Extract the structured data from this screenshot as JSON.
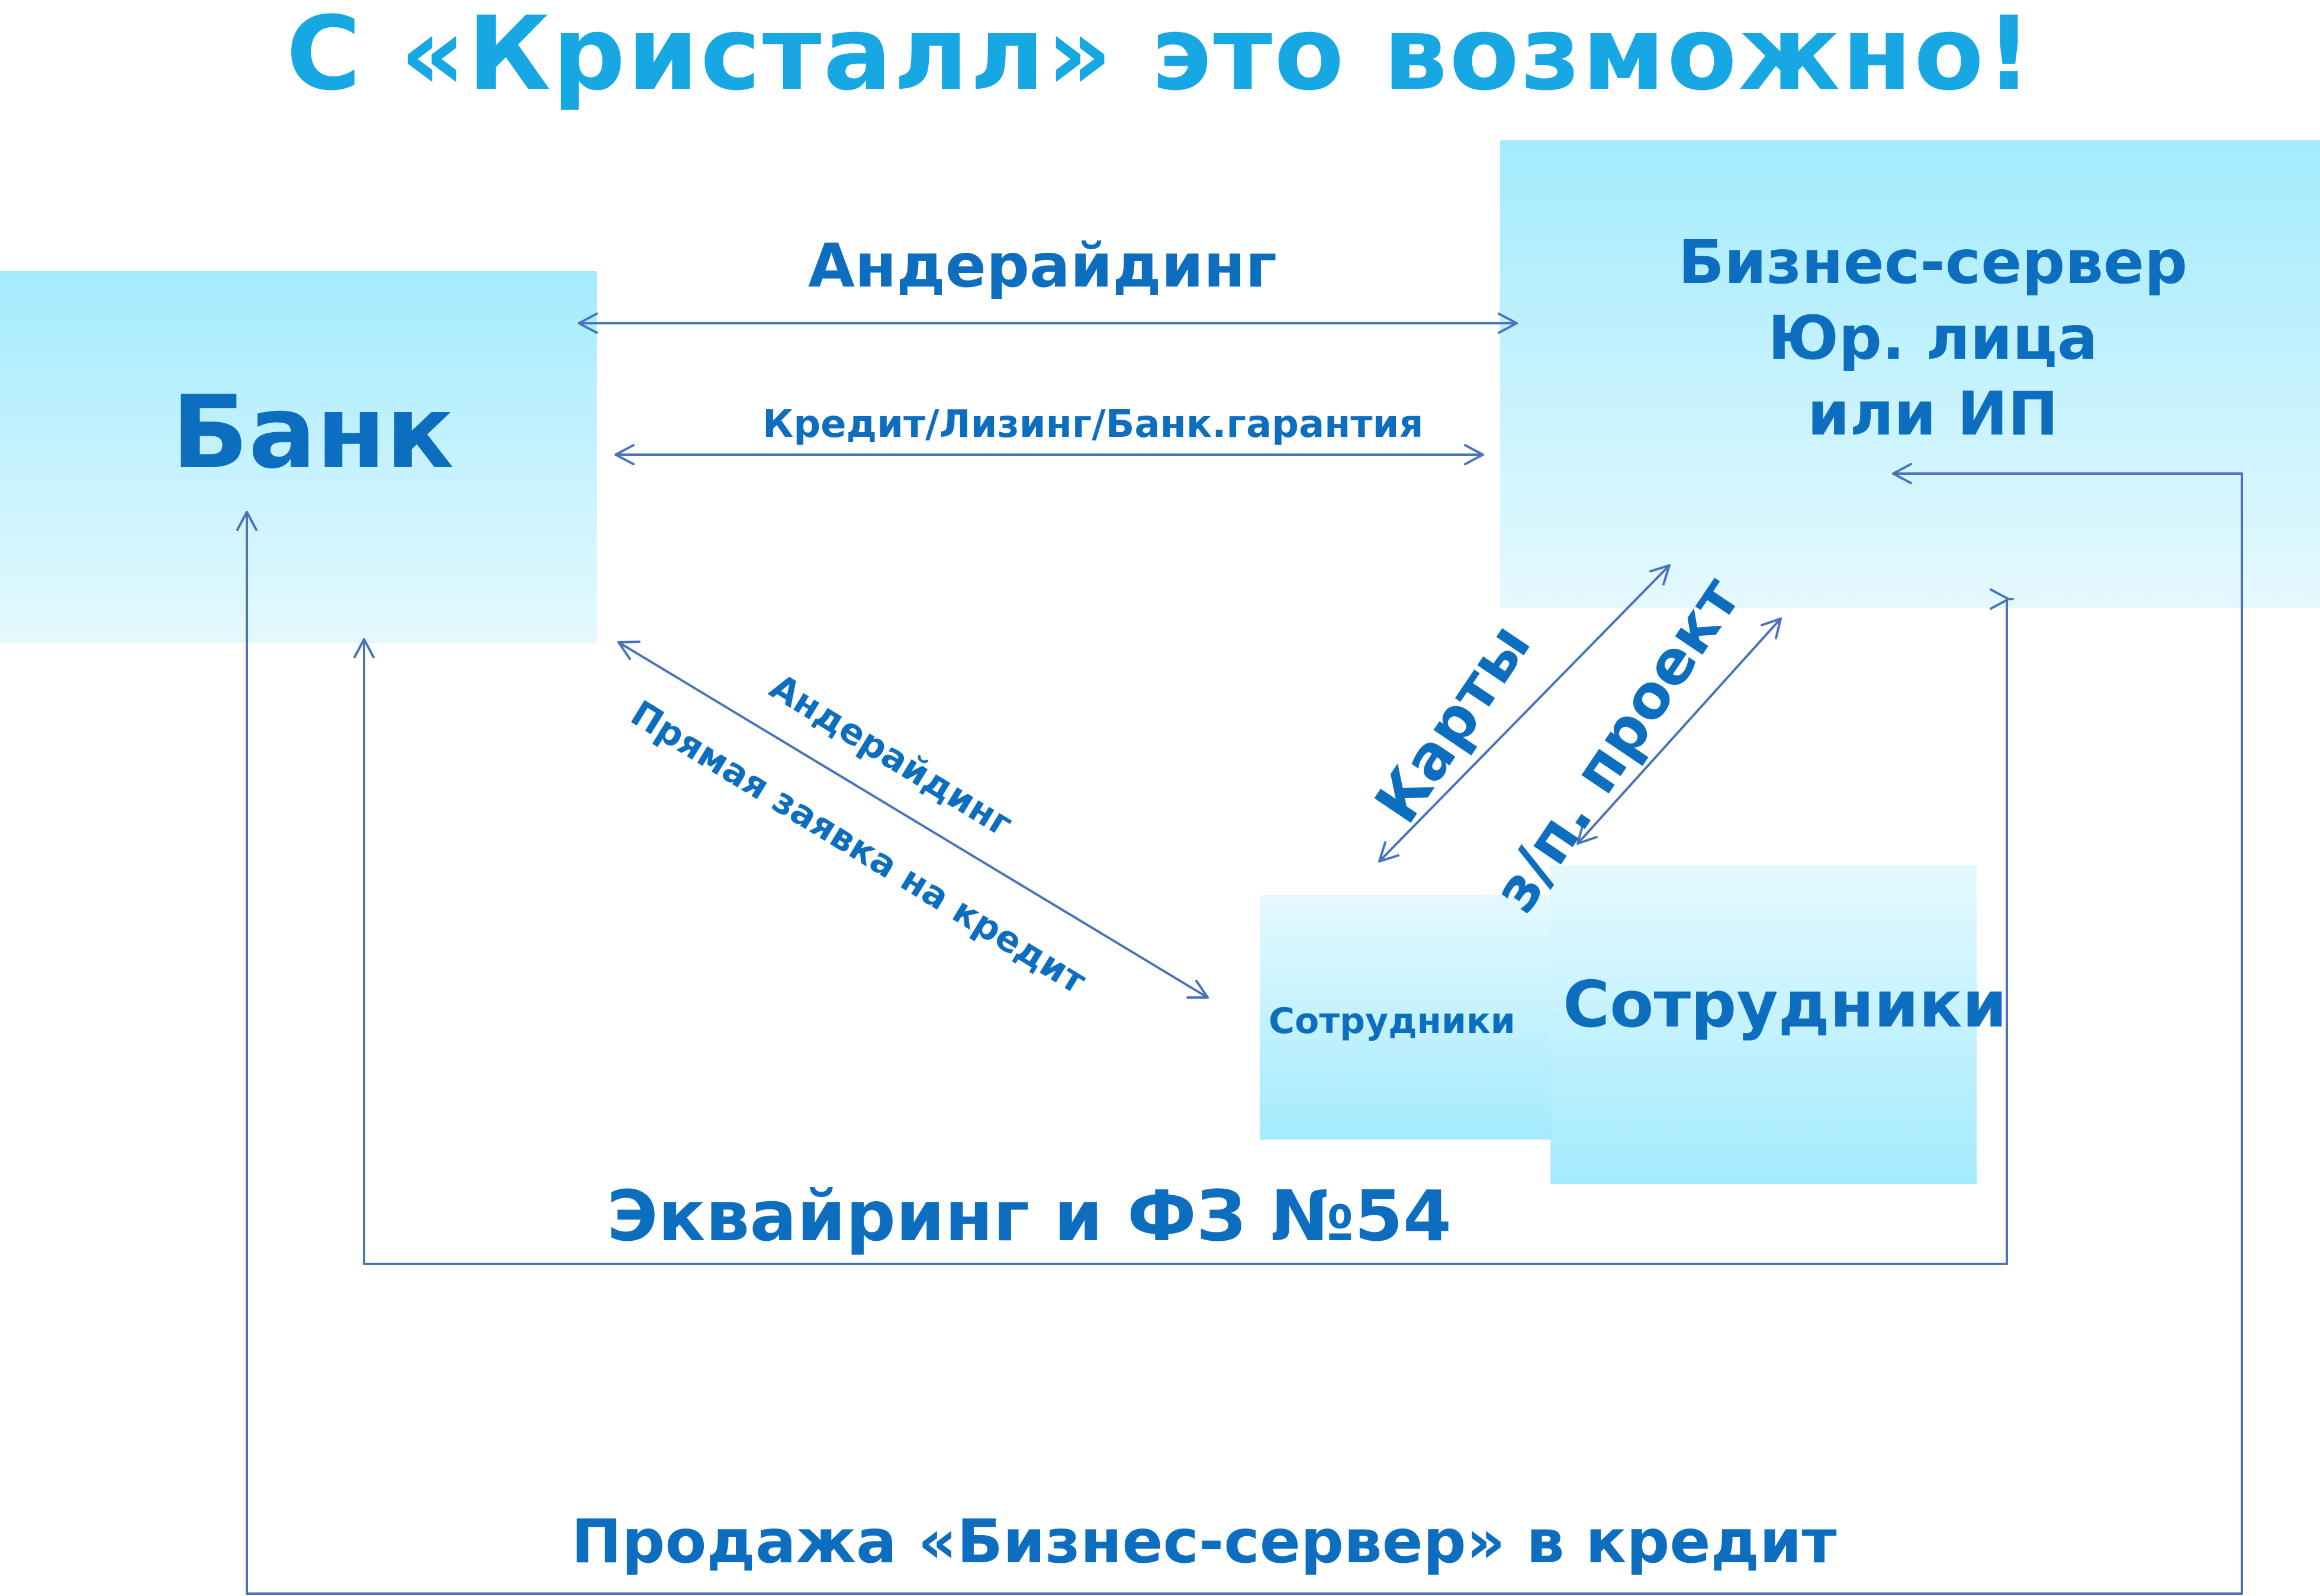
{
  "title": "С «Кристалл» это возможно!",
  "nodes": {
    "bank": "Банк",
    "server": [
      "Бизнес-сервер",
      "Юр. лица",
      "или ИП"
    ],
    "employees_small": "Сотрудники",
    "employees_big": "Сотрудники"
  },
  "edges": {
    "underwriting": "Андерайдинг",
    "credit": "Кредит/Лизинг/Банк.гарантия",
    "underwriting_diag": "Андерайдинг",
    "direct_request": "Прямая заявка на кредит",
    "cards": "Карты",
    "salary_project": "з/п. проект",
    "acquiring": "Эквайринг и ФЗ №54",
    "sale_on_credit": "Продажа «Бизнес-сервер» в кредит"
  },
  "colors": {
    "title": "#17a8e3",
    "text": "#0d6ec0",
    "box_light": "#e4f9fe",
    "box_dark": "#a4ebfd",
    "arrow": "#4a73b8"
  }
}
